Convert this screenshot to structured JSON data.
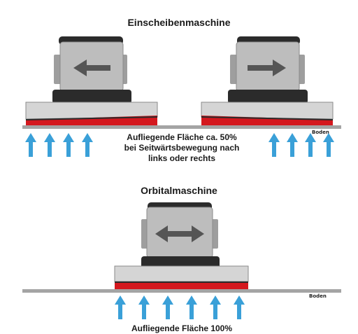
{
  "colors": {
    "arrow_up": "#3aa0d8",
    "pad_red": "#d4181e",
    "floor_gray": "#a4a4a4",
    "motor_gray": "#bdbdbd",
    "housing_dark": "#2b2b2b",
    "base_light": "#d5d5d5",
    "direction_arrow": "#555555"
  },
  "icons": [
    "up-arrow-icon",
    "left-arrow-icon",
    "right-arrow-icon",
    "double-arrow-icon"
  ],
  "section_single_disc": {
    "title": "Einscheibenmaschine",
    "caption_lines": [
      "Aufliegende Fläche ca. 50%",
      "bei Seitwärtsbewegung nach",
      "links oder rechts"
    ],
    "floor_label": "Boden",
    "left_machine_direction": "left",
    "right_machine_direction": "right"
  },
  "section_orbital": {
    "title": "Orbitalmaschine",
    "floor_label": "Boden",
    "machine_direction": "both",
    "caption_partial": "Aufliegende Fläche 100%"
  }
}
